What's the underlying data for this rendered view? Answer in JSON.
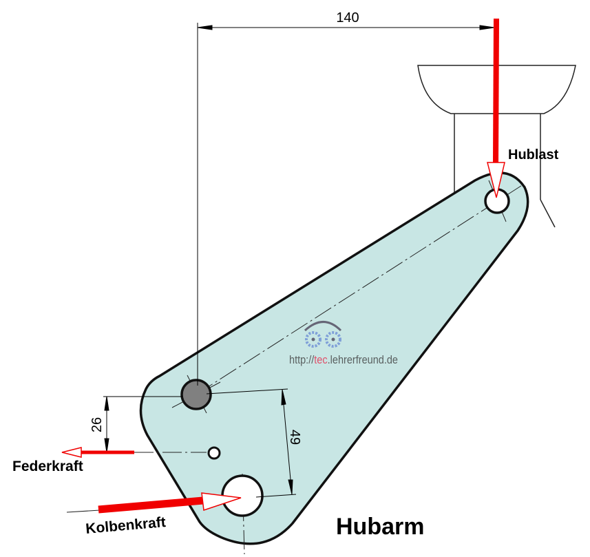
{
  "title": "Hubarm",
  "dimensions": {
    "horizontal": "140",
    "left_vertical": "26",
    "right_vertical": "49"
  },
  "forces": {
    "load": "Hublast",
    "spring": "Federkraft",
    "piston": "Kolbenkraft"
  },
  "watermark": {
    "prefix": "http://",
    "highlight": "tec",
    "suffix": ".lehrerfreund.de"
  },
  "colors": {
    "arm_fill": "#c8e6e4",
    "force_red": "#f00000",
    "pivot_gray": "#808080"
  }
}
